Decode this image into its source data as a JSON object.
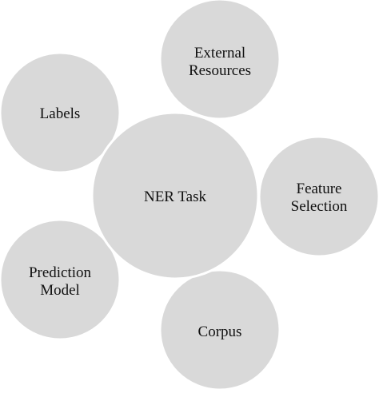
{
  "diagram": {
    "center": {
      "label": "NER Task"
    },
    "satellites": [
      {
        "id": "external-resources",
        "lines": [
          "External",
          "Resources"
        ]
      },
      {
        "id": "labels",
        "lines": [
          "Labels"
        ]
      },
      {
        "id": "feature-selection",
        "lines": [
          "Feature",
          "Selection"
        ]
      },
      {
        "id": "prediction-model",
        "lines": [
          "Prediction",
          "Model"
        ]
      },
      {
        "id": "corpus",
        "lines": [
          "Corpus"
        ]
      }
    ],
    "colors": {
      "circle_fill": "#d9d9d9",
      "circle_outline": "#ffffff",
      "text": "#111111",
      "background": "#ffffff"
    }
  }
}
